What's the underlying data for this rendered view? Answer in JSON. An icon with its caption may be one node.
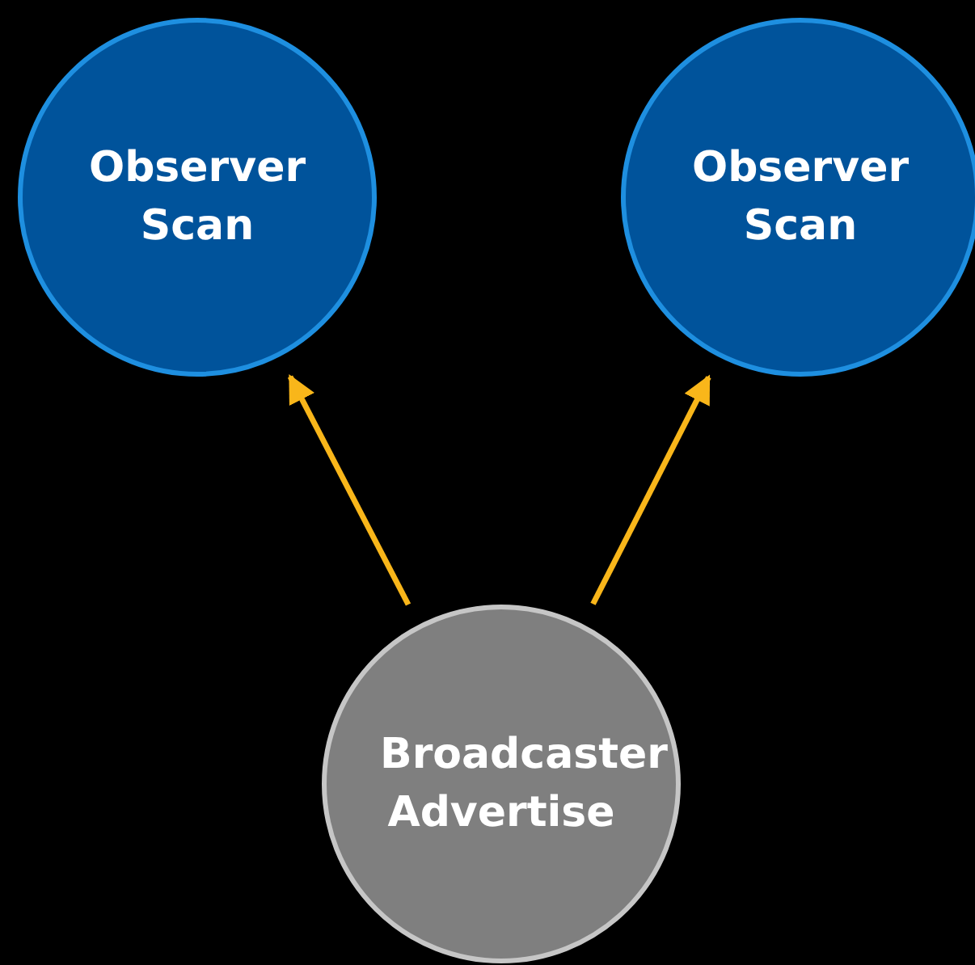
{
  "diagram": {
    "nodes": [
      {
        "text": [
          "Observer Scan"
        ]
      },
      {
        "text": [
          "Observer Scan"
        ]
      },
      {
        "text": [
          "Broadcaster Advertise"
        ]
      }
    ],
    "edges": [
      {
        "from": 2,
        "to": 0,
        "arrow": "to"
      },
      {
        "from": 2,
        "to": 1,
        "arrow": "to"
      }
    ]
  }
}
